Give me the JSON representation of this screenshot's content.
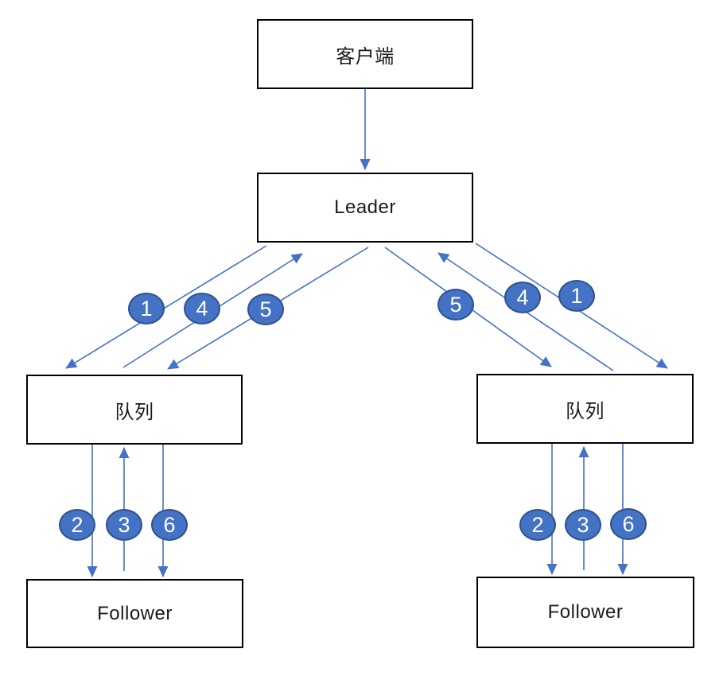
{
  "diagram": {
    "nodes": {
      "client": {
        "label": "客户端"
      },
      "leader": {
        "label": "Leader"
      },
      "queue_left": {
        "label": "队列"
      },
      "queue_right": {
        "label": "队列"
      },
      "follower_left": {
        "label": "Follower"
      },
      "follower_right": {
        "label": "Follower"
      }
    },
    "badges": {
      "diag_left": [
        "1",
        "4",
        "5"
      ],
      "diag_right": [
        "5",
        "4",
        "1"
      ],
      "vert_left": [
        "2",
        "3",
        "6"
      ],
      "vert_right": [
        "2",
        "3",
        "6"
      ]
    },
    "edges": [
      {
        "from": "client",
        "to": "leader",
        "direction": "down"
      },
      {
        "from": "leader",
        "to": "queue_left",
        "steps": [
          "1",
          "5"
        ]
      },
      {
        "from": "queue_left",
        "to": "leader",
        "steps": [
          "4"
        ]
      },
      {
        "from": "leader",
        "to": "queue_right",
        "steps": [
          "5",
          "1"
        ]
      },
      {
        "from": "queue_right",
        "to": "leader",
        "steps": [
          "4"
        ]
      },
      {
        "from": "queue_left",
        "to": "follower_left",
        "steps": [
          "2",
          "6"
        ]
      },
      {
        "from": "follower_left",
        "to": "queue_left",
        "steps": [
          "3"
        ]
      },
      {
        "from": "queue_right",
        "to": "follower_right",
        "steps": [
          "2",
          "6"
        ]
      },
      {
        "from": "follower_right",
        "to": "queue_right",
        "steps": [
          "3"
        ]
      }
    ],
    "colors": {
      "arrow": "#4472C4",
      "badge_fill": "#4472C4",
      "badge_border": "#2F528F",
      "box_border": "#000000",
      "badge_text": "#ffffff",
      "background": "#ffffff"
    }
  }
}
